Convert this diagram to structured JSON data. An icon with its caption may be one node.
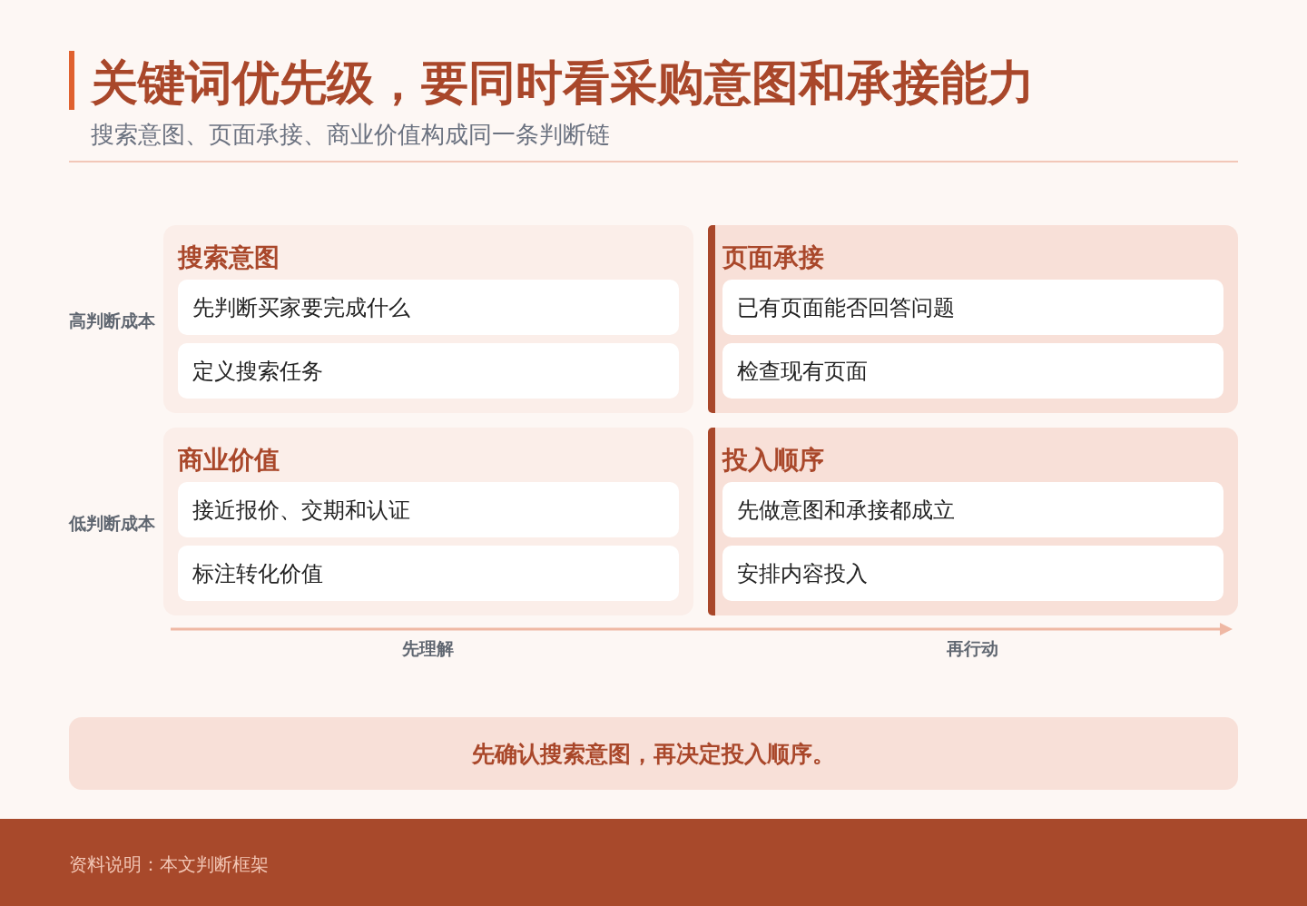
{
  "diagram": {
    "title": "关键词优先级，要同时看采购意图和承接能力",
    "nodes": [
      {
        "text": [
          "搜索意图"
        ]
      },
      {
        "text": [
          "先判断买家要完成什么"
        ],
        "in": 0
      },
      {
        "text": [
          "定义搜索任务"
        ],
        "in": 0
      },
      {
        "text": [
          "页面承接"
        ]
      },
      {
        "text": [
          "已有页面能否回答问题"
        ],
        "in": 3
      },
      {
        "text": [
          "检查现有页面"
        ],
        "in": 3
      },
      {
        "text": [
          "商业价值"
        ]
      },
      {
        "text": [
          "接近报价、交期和认证"
        ],
        "in": 6
      },
      {
        "text": [
          "标注转化价值"
        ],
        "in": 6
      },
      {
        "text": [
          "投入顺序"
        ]
      },
      {
        "text": [
          "先做意图和承接都成立"
        ],
        "in": 9
      },
      {
        "text": [
          "安排内容投入"
        ],
        "in": 9
      },
      {
        "text": [
          "先确认搜索意图，再决定投入顺序。"
        ]
      },
      {
        "text": [
          "资料说明：本文判断框架"
        ]
      }
    ],
    "labels": [
      "搜索意图、页面承接、商业价值构成同一条判断链",
      "高判断成本",
      "低判断成本",
      "先理解",
      "再行动"
    ]
  }
}
